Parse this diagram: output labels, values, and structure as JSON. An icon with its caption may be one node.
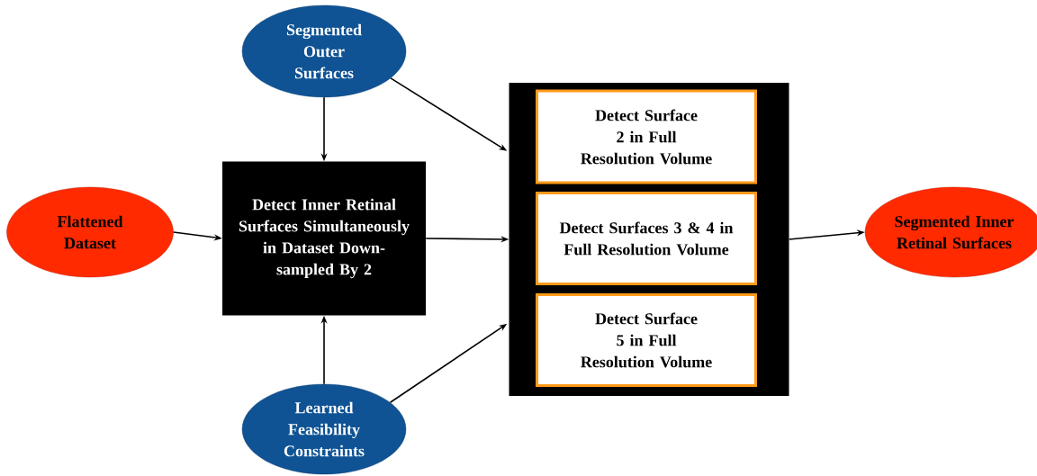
{
  "diagram": {
    "nodes": [
      {
        "text": [
          "Segmented Outer Surfaces"
        ]
      },
      {
        "text": [
          "Flattened Dataset"
        ]
      },
      {
        "text": [
          "Detect Inner Retinal Surfaces Simultaneously in Dataset Down-sampled By 2"
        ]
      },
      {
        "text": [],
        "shape": "box"
      },
      {
        "text": [
          "Detect Surface 2 in Full Resolution Volume"
        ],
        "in": 3
      },
      {
        "text": [
          "Detect Surfaces 3 & 4 in Full Resolution Volume"
        ],
        "in": 3
      },
      {
        "text": [
          "Detect Surface 5 in Full Resolution Volume"
        ],
        "in": 3
      },
      {
        "text": [
          "Segmented Inner Retinal Surfaces"
        ]
      },
      {
        "text": [
          "Learned Feasibility Constraints"
        ]
      }
    ],
    "edges": [
      {
        "from": 0,
        "to": 2,
        "arrow": "to"
      },
      {
        "from": 0,
        "to": 3,
        "arrow": "to"
      },
      {
        "from": 1,
        "to": 2,
        "arrow": "to"
      },
      {
        "from": 2,
        "to": 3,
        "arrow": "to"
      },
      {
        "from": 8,
        "to": 2,
        "arrow": "to"
      },
      {
        "from": 8,
        "to": 3,
        "arrow": "to"
      },
      {
        "from": 3,
        "to": 7,
        "arrow": "to"
      }
    ]
  }
}
